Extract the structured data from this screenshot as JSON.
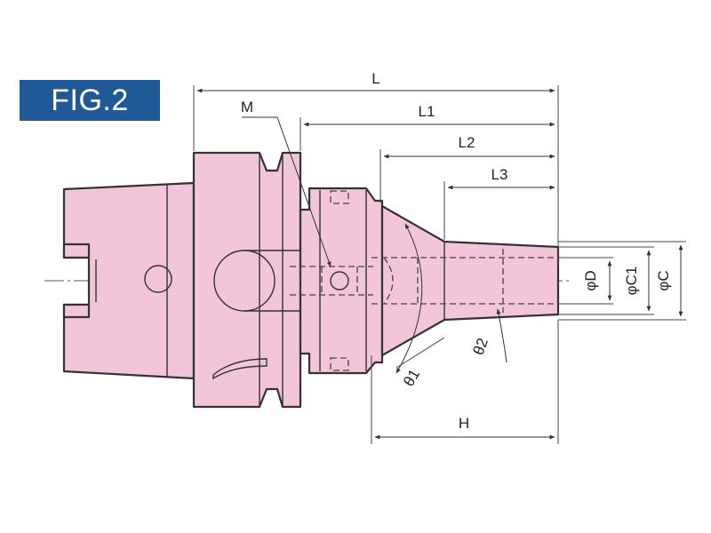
{
  "figure": {
    "label": "FIG.2",
    "badge_color": "#1f5a96",
    "body_color": "#f2c5da"
  },
  "dimensions": {
    "L": "L",
    "L1": "L1",
    "L2": "L2",
    "L3": "L3",
    "M": "M",
    "H": "H",
    "theta1": "θ1",
    "theta2": "θ2",
    "phiD": "φD",
    "phiC1": "φC1",
    "phiC": "φC"
  }
}
